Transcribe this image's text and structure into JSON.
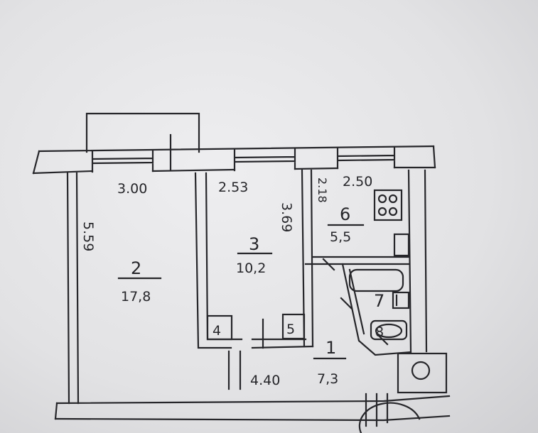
{
  "plan": {
    "rooms": [
      {
        "number": "1",
        "area": "7,3"
      },
      {
        "number": "2",
        "area": "17,8"
      },
      {
        "number": "3",
        "area": "10,2"
      },
      {
        "number": "4"
      },
      {
        "number": "5"
      },
      {
        "number": "6",
        "area": "5,5"
      },
      {
        "number": "7"
      },
      {
        "number": "8"
      }
    ],
    "dimensions": {
      "room2_width": "3.00",
      "room2_depth": "5.59",
      "room3_width": "2.53",
      "room3_depth": "3.69",
      "room6_depth": "2.18",
      "room6_width": "2.50",
      "hall_length": "4.40"
    }
  },
  "colors": {
    "paper": "#e4e4e6",
    "ink": "#26262a"
  }
}
